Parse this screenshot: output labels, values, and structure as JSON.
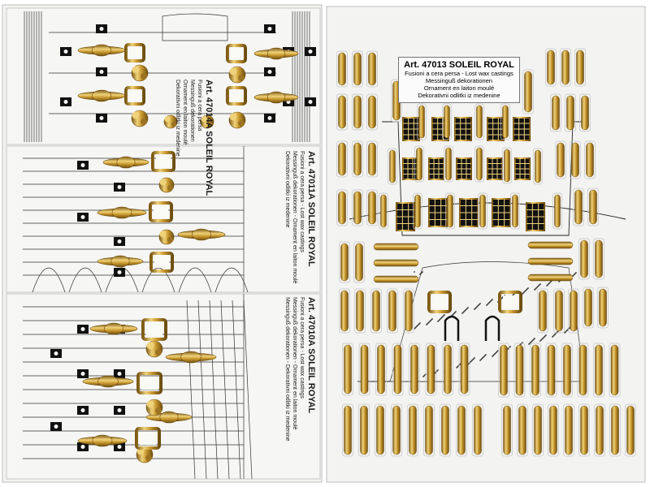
{
  "left_card_1": {
    "title": "Art. 47014A SOLEIL ROYAL",
    "lines": [
      "Fusioni a cera persa",
      "Messinguß dekorationen",
      "Ornament en laiton moulé",
      "Dekorativni odlitki iz medenine"
    ]
  },
  "left_card_2": {
    "title": "Art. 47011A SOLEIL ROYAL",
    "lines": [
      "Fusioni a cera persa - Lost wax castings",
      "Messinguß dekorationen - Ornament en laiton moulé",
      "Dekorativni odlitki iz medenine"
    ]
  },
  "left_card_3": {
    "title": "Art. 47010A SOLEIL ROYAL",
    "lines": [
      "Fusioni a cera persa - Lost wax castings",
      "Messinguß dekorationen - Ornament en laiton moulé",
      "Messinguß dekorationen - Dekorativni odlitki iz medenine"
    ]
  },
  "right_card": {
    "title": "Art. 47013 SOLEIL ROYAL",
    "lines": [
      "Fusioni a cera persa - Lost wax castings",
      "Messinguß dekorationen",
      "Ornament en laiton moulé",
      "Dekorativni odlitki iz medenine"
    ]
  },
  "colors": {
    "gold": "#c9992f",
    "gold_light": "#efd27a",
    "gold_dark": "#7e5a14",
    "card": "#f4f4f2",
    "ink": "#1a1a1a"
  }
}
